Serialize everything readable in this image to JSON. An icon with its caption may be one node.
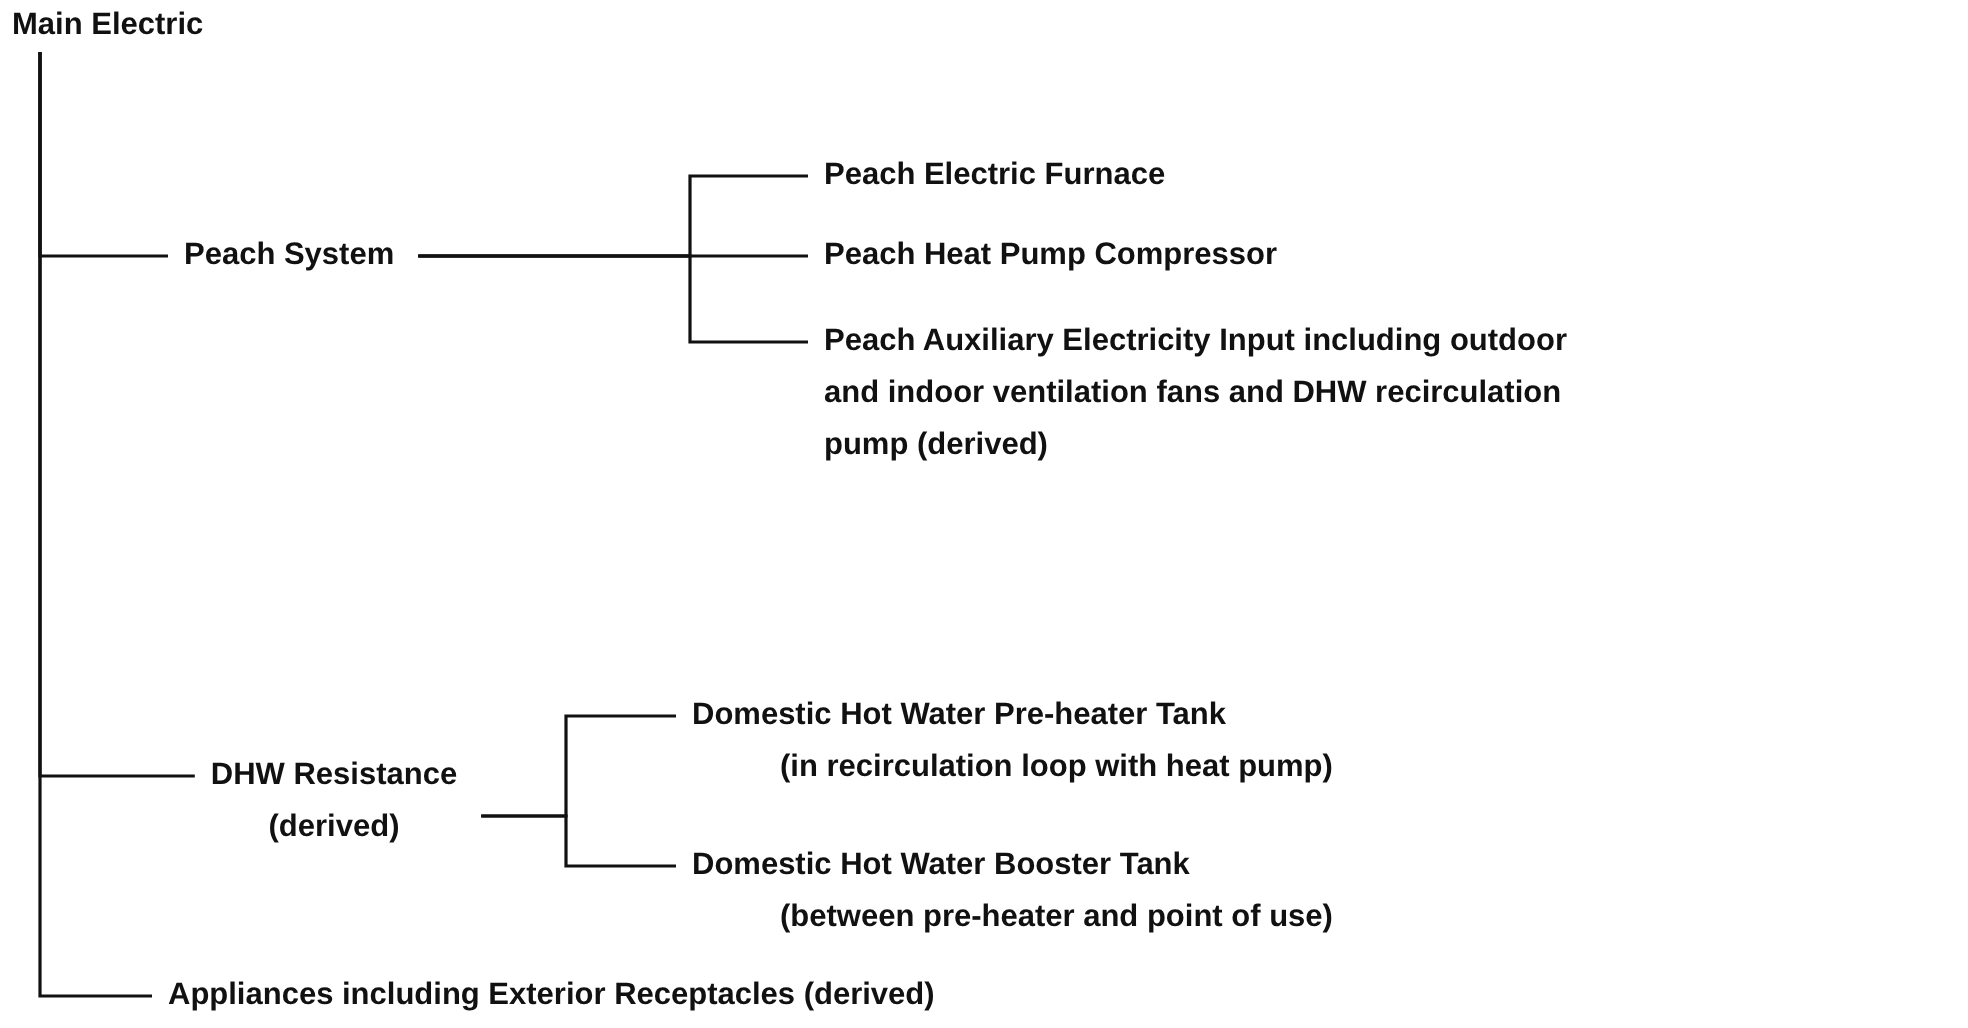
{
  "diagram": {
    "nodes": [
      {
        "text": [
          "Main Electric"
        ]
      },
      {
        "text": [
          "Peach System"
        ]
      },
      {
        "text": [
          "Peach Electric Furnace"
        ]
      },
      {
        "text": [
          "Peach Heat Pump Compressor"
        ]
      },
      {
        "text": [
          "Peach Auxiliary Electricity Input including outdoor and indoor ventilation fans and DHW recirculation pump (derived)"
        ]
      },
      {
        "text": [
          "DHW Resistance (derived)"
        ]
      },
      {
        "text": [
          "Domestic Hot Water Pre-heater Tank",
          "(in recirculation loop with heat pump)"
        ]
      },
      {
        "text": [
          "Domestic Hot Water Booster Tank",
          "(between pre-heater and point of use)"
        ]
      },
      {
        "text": [
          "Appliances including Exterior Receptacles (derived)"
        ]
      }
    ],
    "edges": [
      {
        "from": 0,
        "to": 1,
        "arrow": "none"
      },
      {
        "from": 0,
        "to": 5,
        "arrow": "none"
      },
      {
        "from": 0,
        "to": 8,
        "arrow": "none"
      },
      {
        "from": 1,
        "to": 2,
        "arrow": "none"
      },
      {
        "from": 1,
        "to": 3,
        "arrow": "none"
      },
      {
        "from": 1,
        "to": 4,
        "arrow": "none"
      },
      {
        "from": 5,
        "to": 6,
        "arrow": "none"
      },
      {
        "from": 5,
        "to": 7,
        "arrow": "none"
      }
    ]
  }
}
